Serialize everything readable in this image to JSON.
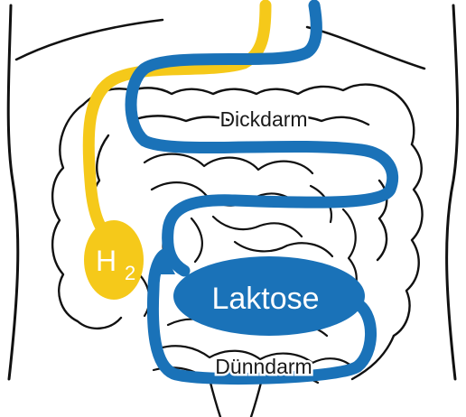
{
  "labels": {
    "dickdarm": "Dickdarm",
    "duenndarm": "Dünndarm",
    "laktose": "Laktose",
    "h2_base": "H",
    "h2_subscript": "2"
  },
  "colors": {
    "outline": "#111111",
    "blue_path": "#1a72b8",
    "yellow_path": "#f5c91a",
    "laktose_fill": "#1a72b8",
    "label_on_dark": "#ffffff",
    "label_on_light": "#1a1a1a"
  }
}
